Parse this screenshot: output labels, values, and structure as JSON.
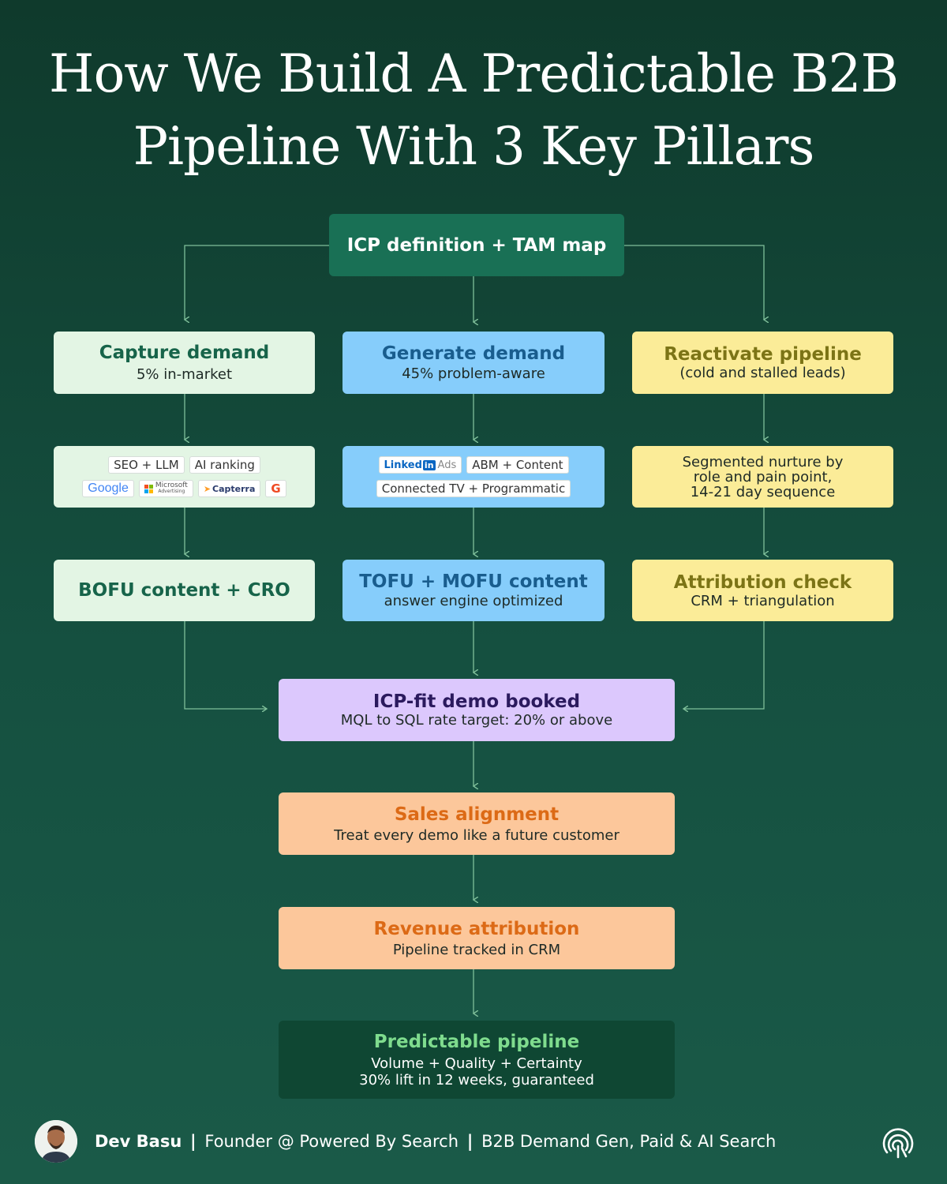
{
  "title": {
    "line1": "How We Build A Predictable B2B",
    "line2": "Pipeline With 3 Key Pillars"
  },
  "top_node": {
    "title": "ICP definition + TAM map"
  },
  "columns": {
    "capture": {
      "header": {
        "title": "Capture demand",
        "subtitle": "5% in-market"
      },
      "channels": {
        "chips_row1": [
          "SEO + LLM",
          "AI ranking"
        ],
        "logos": {
          "google": "Google",
          "microsoft": "Microsoft",
          "microsoft_sub": "Advertising",
          "capterra": "Capterra",
          "g2": "G"
        }
      },
      "outcome": {
        "title": "BOFU content + CRO"
      }
    },
    "generate": {
      "header": {
        "title": "Generate demand",
        "subtitle": "45% problem-aware"
      },
      "channels": {
        "linkedin_word": "Linked",
        "linkedin_in": "in",
        "linkedin_ads": "Ads",
        "chip_abm": "ABM + Content",
        "chip_ctv": "Connected TV + Programmatic"
      },
      "outcome": {
        "title": "TOFU + MOFU content",
        "subtitle": "answer engine optimized"
      }
    },
    "reactivate": {
      "header": {
        "title": "Reactivate pipeline",
        "subtitle": "(cold and stalled leads)"
      },
      "channels": {
        "line1": "Segmented nurture by",
        "line2": "role and pain point,",
        "line3": "14-21 day sequence"
      },
      "outcome": {
        "title": "Attribution check",
        "subtitle": "CRM + triangulation"
      }
    }
  },
  "demo": {
    "title": "ICP-fit demo booked",
    "subtitle": "MQL to SQL rate target: 20% or above"
  },
  "sales": {
    "title": "Sales alignment",
    "subtitle": "Treat every demo like a future customer"
  },
  "revenue": {
    "title": "Revenue attribution",
    "subtitle": "Pipeline tracked in CRM"
  },
  "final": {
    "title": "Predictable pipeline",
    "line1": "Volume + Quality + Certainty",
    "line2": "30% lift in 12 weeks, guaranteed"
  },
  "footer": {
    "name": "Dev Basu",
    "separator": "|",
    "role": "Founder @ Powered By Search",
    "tagline": "B2B Demand Gen, Paid & AI Search"
  },
  "colors": {
    "background": "#155040",
    "connector": "#7fbf9a",
    "green_box": "#e3f5e4",
    "blue_box": "#86cdfb",
    "yellow_box": "#fbec98",
    "purple_box": "#dcc8fd",
    "orange_box": "#fcc79b",
    "final_box": "#0f4733"
  }
}
